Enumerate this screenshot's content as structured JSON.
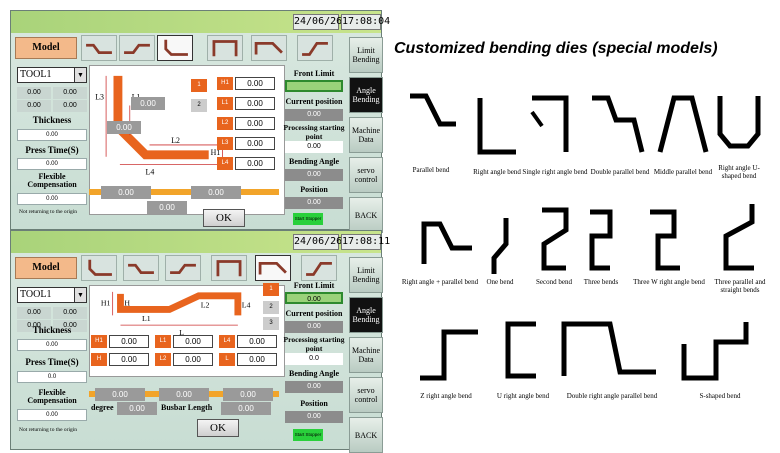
{
  "top": {
    "date": "24/06/26",
    "time": "17:08:04",
    "model_label": "Model",
    "tool": "TOOL1",
    "left_values": [
      "0.00",
      "0.00",
      "0.00",
      "0.00",
      "0.00",
      "0.00"
    ],
    "thickness_label": "Thickness",
    "thickness_value": "0.00",
    "press_time_label": "Press Time(S)",
    "press_time_value": "0.00",
    "flex_label": "Flexible Compensation",
    "flex_value": "0.00",
    "note": "Not returning to the origin",
    "diagram_values": {
      "l3_inner": "0.00",
      "l1": "0.00",
      "bar_left": "0.00",
      "bar_right": "0.00",
      "bottom": "0.00"
    },
    "fields": [
      {
        "tag": "H1",
        "value": "0.00"
      },
      {
        "tag": "L1",
        "value": "0.00"
      },
      {
        "tag": "L2",
        "value": "0.00"
      },
      {
        "tag": "L3",
        "value": "0.00"
      },
      {
        "tag": "L4",
        "value": "0.00"
      }
    ],
    "labels": {
      "front_limit": "Front Limit",
      "current_position": "Current position",
      "processing": "Processing starting point",
      "bending_angle": "Bending Angle",
      "position": "Position"
    },
    "values": {
      "front_limit": "",
      "current_position": "0.00",
      "processing": "0.00",
      "bending_angle": "0.00",
      "position": "0.00"
    },
    "stop_label": "Start Stopper",
    "ok": "OK",
    "side": [
      "Limit Bending",
      "Angle Bending",
      "Machine Data",
      "servo control",
      "BACK"
    ],
    "diagram_labels": [
      "L3",
      "L1",
      "L2",
      "L4",
      "H1"
    ]
  },
  "bottom": {
    "date": "24/06/26",
    "time": "17:08:11",
    "model_label": "Model",
    "tool": "TOOL1",
    "left_values": [
      "0.00",
      "0.00",
      "0.00",
      "0.00",
      "0.00",
      "0.00"
    ],
    "thickness_label": "Thickness",
    "thickness_value": "0.00",
    "press_time_label": "Press Time(S)",
    "press_time_value": "0.0",
    "flex_label": "Flexible Compensation",
    "flex_value": "0.00",
    "note": "Not returning to the origin",
    "fields": [
      {
        "tag": "H1",
        "value": "0.00"
      },
      {
        "tag": "L1",
        "value": "0.00"
      },
      {
        "tag": "L4",
        "value": "0.00"
      },
      {
        "tag": "H",
        "value": "0.00"
      },
      {
        "tag": "L2",
        "value": "0.00"
      },
      {
        "tag": "L",
        "value": "0.00"
      }
    ],
    "bar": {
      "v1": "0.00",
      "v2": "0.00",
      "v3": "0.00",
      "degree_label": "degree",
      "degree_value": "0.00",
      "busbar_label": "Busbar Length",
      "busbar_value": "0.00"
    },
    "labels": {
      "front_limit": "Front Limit",
      "current_position": "Current position",
      "processing": "Processing starting point",
      "bending_angle": "Bending Angle",
      "position": "Position"
    },
    "values": {
      "front_limit": "0.00",
      "current_position": "0.00",
      "processing": "0.0",
      "bending_angle": "0.00",
      "position": "0.00"
    },
    "stop_label": "Start Stopper",
    "ok": "OK",
    "side": [
      "Limit Bending",
      "Angle Bending",
      "Machine Data",
      "servo control",
      "BACK"
    ],
    "diagram_labels": [
      "H1",
      "H",
      "L1",
      "L2",
      "L4",
      "L"
    ]
  },
  "catalog": {
    "title": "Customized bending dies (special models)",
    "row1": [
      "Parallel bend",
      "Right angle bend",
      "Single right angle bend",
      "Double parallel bend",
      "Middle parallel bend",
      "Right angle U-shaped bend"
    ],
    "row2": [
      "Right angle + parallel bend",
      "One bend",
      "Second bend",
      "Three bends",
      "Three W right angle bend",
      "Three parallel and straight bends"
    ],
    "row3": [
      "Z right angle bend",
      "U right angle bend",
      "Double right angle parallel bend",
      "S-shaped bend"
    ]
  },
  "colors": {
    "accent_orange": "#e8641e",
    "title_green": "#a9d37a",
    "panel_bg": "#d9e8e0",
    "stopper_green": "#29d03b"
  }
}
